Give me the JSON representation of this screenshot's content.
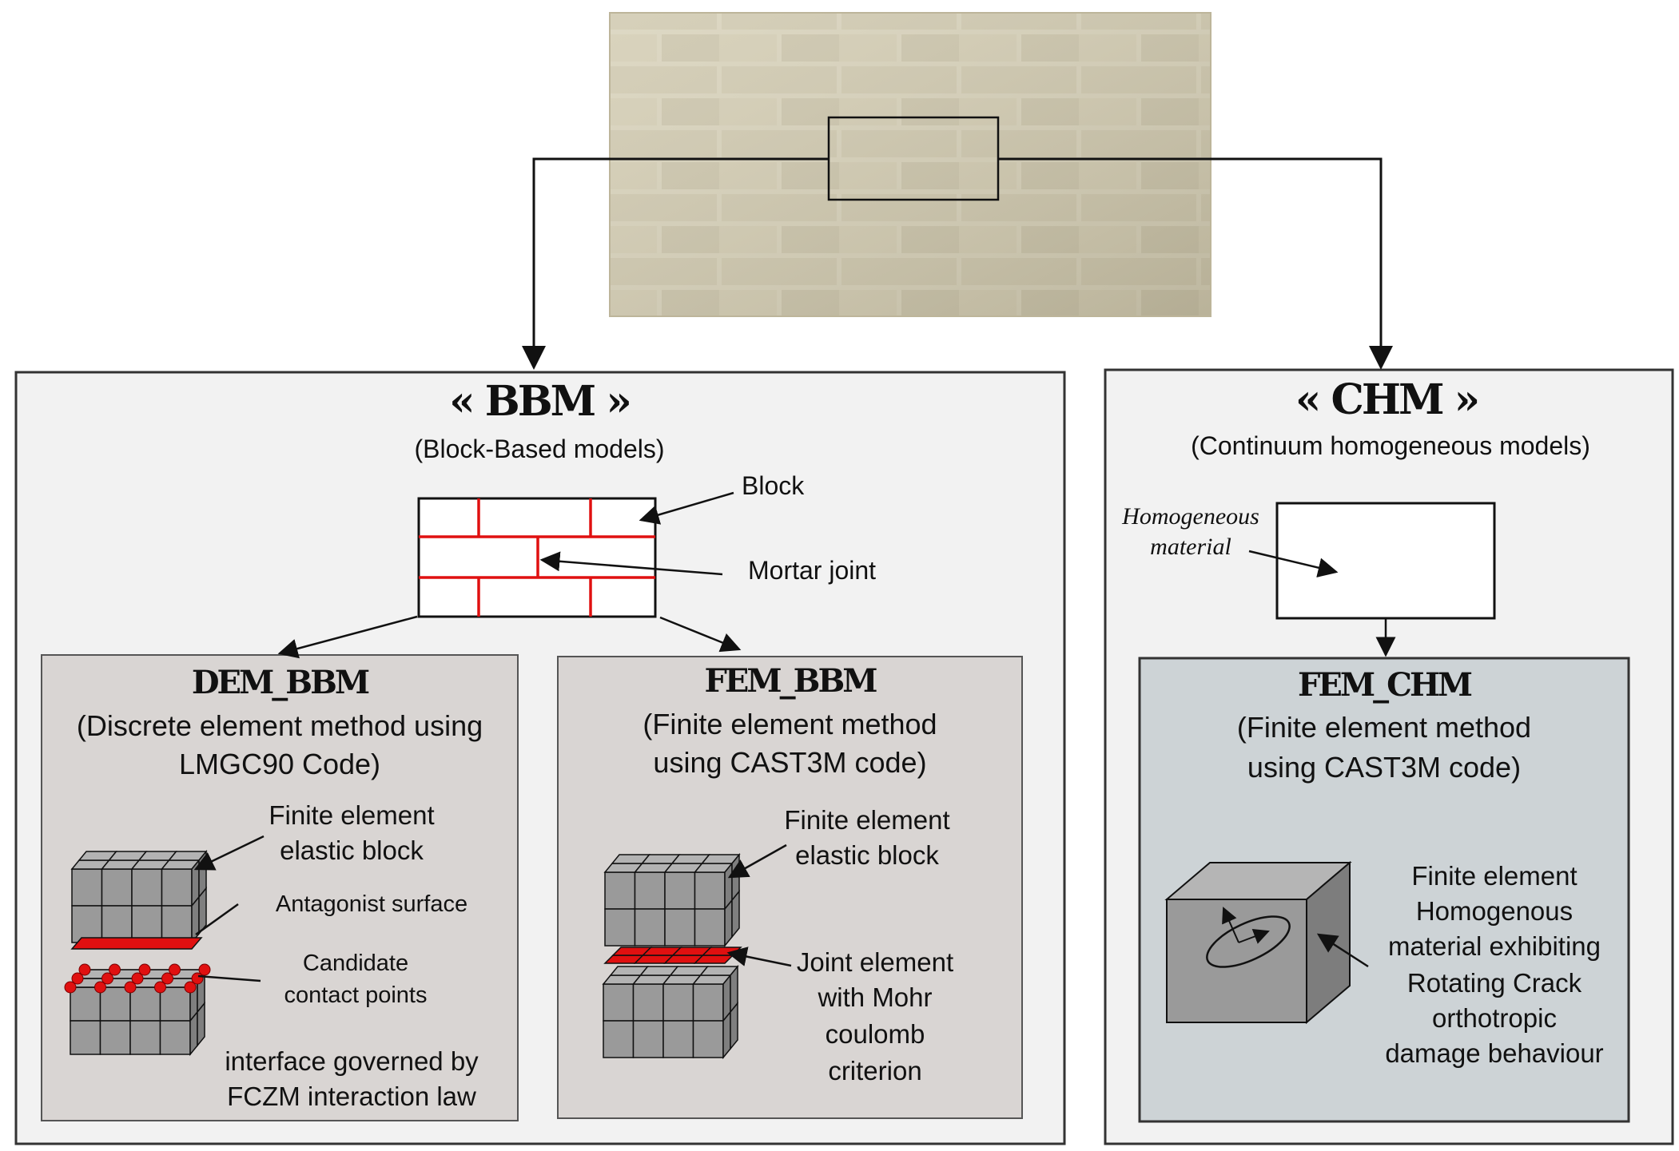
{
  "bbm": {
    "title": "« BBM »",
    "subtitle": "(Block-Based models)",
    "block_label": "Block",
    "mortar_label": "Mortar joint"
  },
  "chm": {
    "title": "« CHM »",
    "subtitle": "(Continuum homogeneous models)",
    "homogeneous_label_line1": "Homogeneous",
    "homogeneous_label_line2": "material"
  },
  "dem_bbm": {
    "title": "DEM_BBM",
    "desc_line1": "(Discrete element method using",
    "desc_line2": "LMGC90 Code)",
    "fe_block_line1": "Finite element",
    "fe_block_line2": "elastic block",
    "antagonist": "Antagonist surface",
    "candidate_line1": "Candidate",
    "candidate_line2": "contact points",
    "interface_line1": "interface governed by",
    "interface_line2": "FCZM interaction law"
  },
  "fem_bbm": {
    "title": "FEM_BBM",
    "desc_line1": "(Finite element method",
    "desc_line2": "using CAST3M code)",
    "fe_block_line1": "Finite element",
    "fe_block_line2": "elastic block",
    "joint_line1": "Joint element",
    "joint_line2": "with Mohr",
    "joint_line3": "coulomb",
    "joint_line4": "criterion"
  },
  "fem_chm": {
    "title": "FEM_CHM",
    "desc_line1": "(Finite element method",
    "desc_line2": "using CAST3M code)",
    "behaviour_line1": "Finite element",
    "behaviour_line2": "Homogenous",
    "behaviour_line3": "material exhibiting",
    "behaviour_line4": "Rotating Crack",
    "behaviour_line5": "orthotropic",
    "behaviour_line6": "damage behaviour"
  },
  "colors": {
    "mortar": "#e01010",
    "panel_bg": "#f2f2f2",
    "sub_panel_bbm": "#d9d5d3",
    "sub_panel_chm": "#cdd3d6",
    "cube_face": "#9a9a9a",
    "brick_wall": "#dcd6bf"
  }
}
